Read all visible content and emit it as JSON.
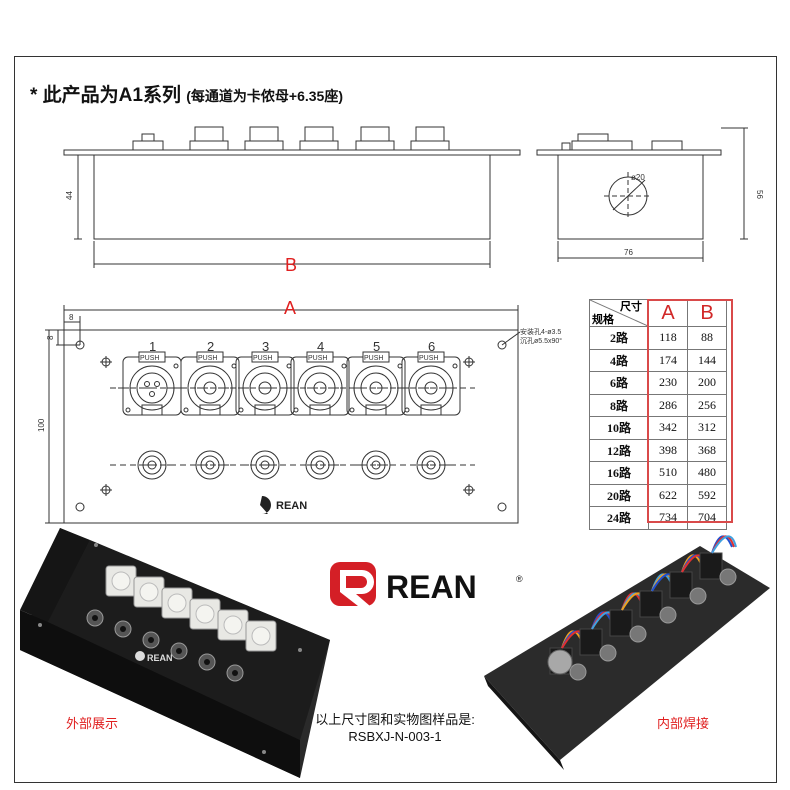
{
  "title": {
    "main": "* 此产品为A1系列",
    "sub": "(每通道为卡侬母+6.35座)"
  },
  "drawing": {
    "front_height_dim": "44",
    "B_label": "B",
    "A_label": "A",
    "side_height_dim": "56",
    "side_width_dim": "76",
    "side_hole_dim": "ø20",
    "panel_height_dim": "100",
    "edge_dim_8a": "8",
    "edge_dim_8b": "8",
    "mount_note_line1": "安装孔4-ø3.5",
    "mount_note_line2": "沉孔ø5.5x90°",
    "channel_numbers": [
      "1",
      "2",
      "3",
      "4",
      "5",
      "6"
    ],
    "push_label": "PUSH",
    "panel_logo": "REAN"
  },
  "spec_table": {
    "corner_top": "尺寸",
    "corner_bottom": "规格",
    "col_a": "A",
    "col_b": "B",
    "rows": [
      {
        "name": "2路",
        "a": "118",
        "b": "88"
      },
      {
        "name": "4路",
        "a": "174",
        "b": "144"
      },
      {
        "name": "6路",
        "a": "230",
        "b": "200"
      },
      {
        "name": "8路",
        "a": "286",
        "b": "256"
      },
      {
        "name": "10路",
        "a": "342",
        "b": "312"
      },
      {
        "name": "12路",
        "a": "398",
        "b": "368"
      },
      {
        "name": "16路",
        "a": "510",
        "b": "480"
      },
      {
        "name": "20路",
        "a": "622",
        "b": "592"
      },
      {
        "name": "24路",
        "a": "734",
        "b": "704"
      }
    ]
  },
  "brand": {
    "name": "REAN",
    "reg": "®",
    "color": "#d41f26"
  },
  "captions": {
    "exterior": "外部展示",
    "interior": "内部焊接",
    "model_line1": "以上尺寸图和实物图样品是:",
    "model_line2": "RSBXJ-N-003-1"
  },
  "colors": {
    "accent_red": "#e02020",
    "table_border": "#d94a4a",
    "panel_black": "#1c1c1c"
  }
}
